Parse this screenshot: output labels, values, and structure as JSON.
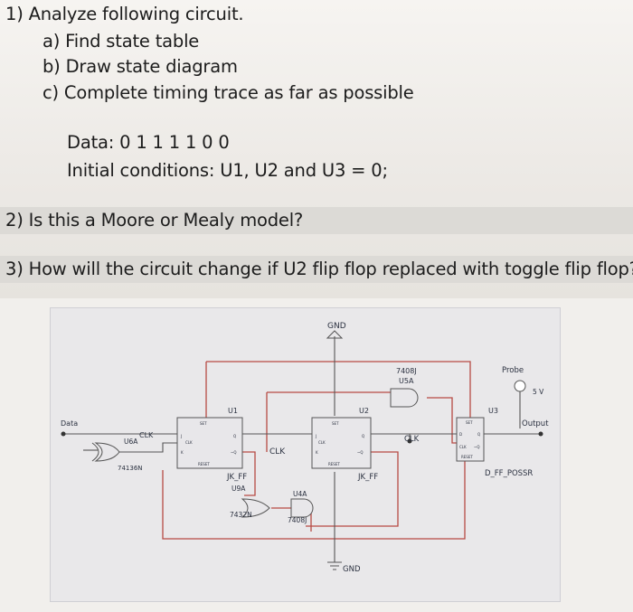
{
  "questions": {
    "q1": "1) Analyze following circuit.",
    "q1a": "a)  Find state table",
    "q1b": "b)  Draw state diagram",
    "q1c": "c)  Complete timing trace as far as possible",
    "data_line": "Data: 0 1 1 1 1 0 0",
    "init_line": "Initial conditions: U1, U2 and U3 = 0;",
    "q2": "2)   Is this a Moore or Mealy model?",
    "q3": "3)   How will the circuit change if U2 flip flop replaced with toggle flip flop?"
  },
  "circuit": {
    "gnd_top": "GND",
    "gnd_bottom": "GND",
    "and_top_part": "7408J",
    "and_top_ref": "U5A",
    "probe": "Probe",
    "probe_v": "5 V",
    "u1": "U1",
    "u2": "U2",
    "u3": "U3",
    "data": "Data",
    "output": "Output",
    "clk_u6": "CLK",
    "u6a": "U6A",
    "u6_part": "74136N",
    "clk_mid": "CLK",
    "clk_right": "CLK",
    "jk1": "JK_FF",
    "u9a": "U9A",
    "u4a": "U4A",
    "or_part": "7432N",
    "and_part": "7408J",
    "jk2": "JK_FF",
    "dff": "D_FF_POSSR",
    "pin_set": "SET",
    "pin_reset": "RESET",
    "pin_j": "J",
    "pin_k": "K",
    "pin_d": "D",
    "pin_clk": "CLK",
    "pin_q": "Q",
    "pin_qn": "~Q"
  }
}
